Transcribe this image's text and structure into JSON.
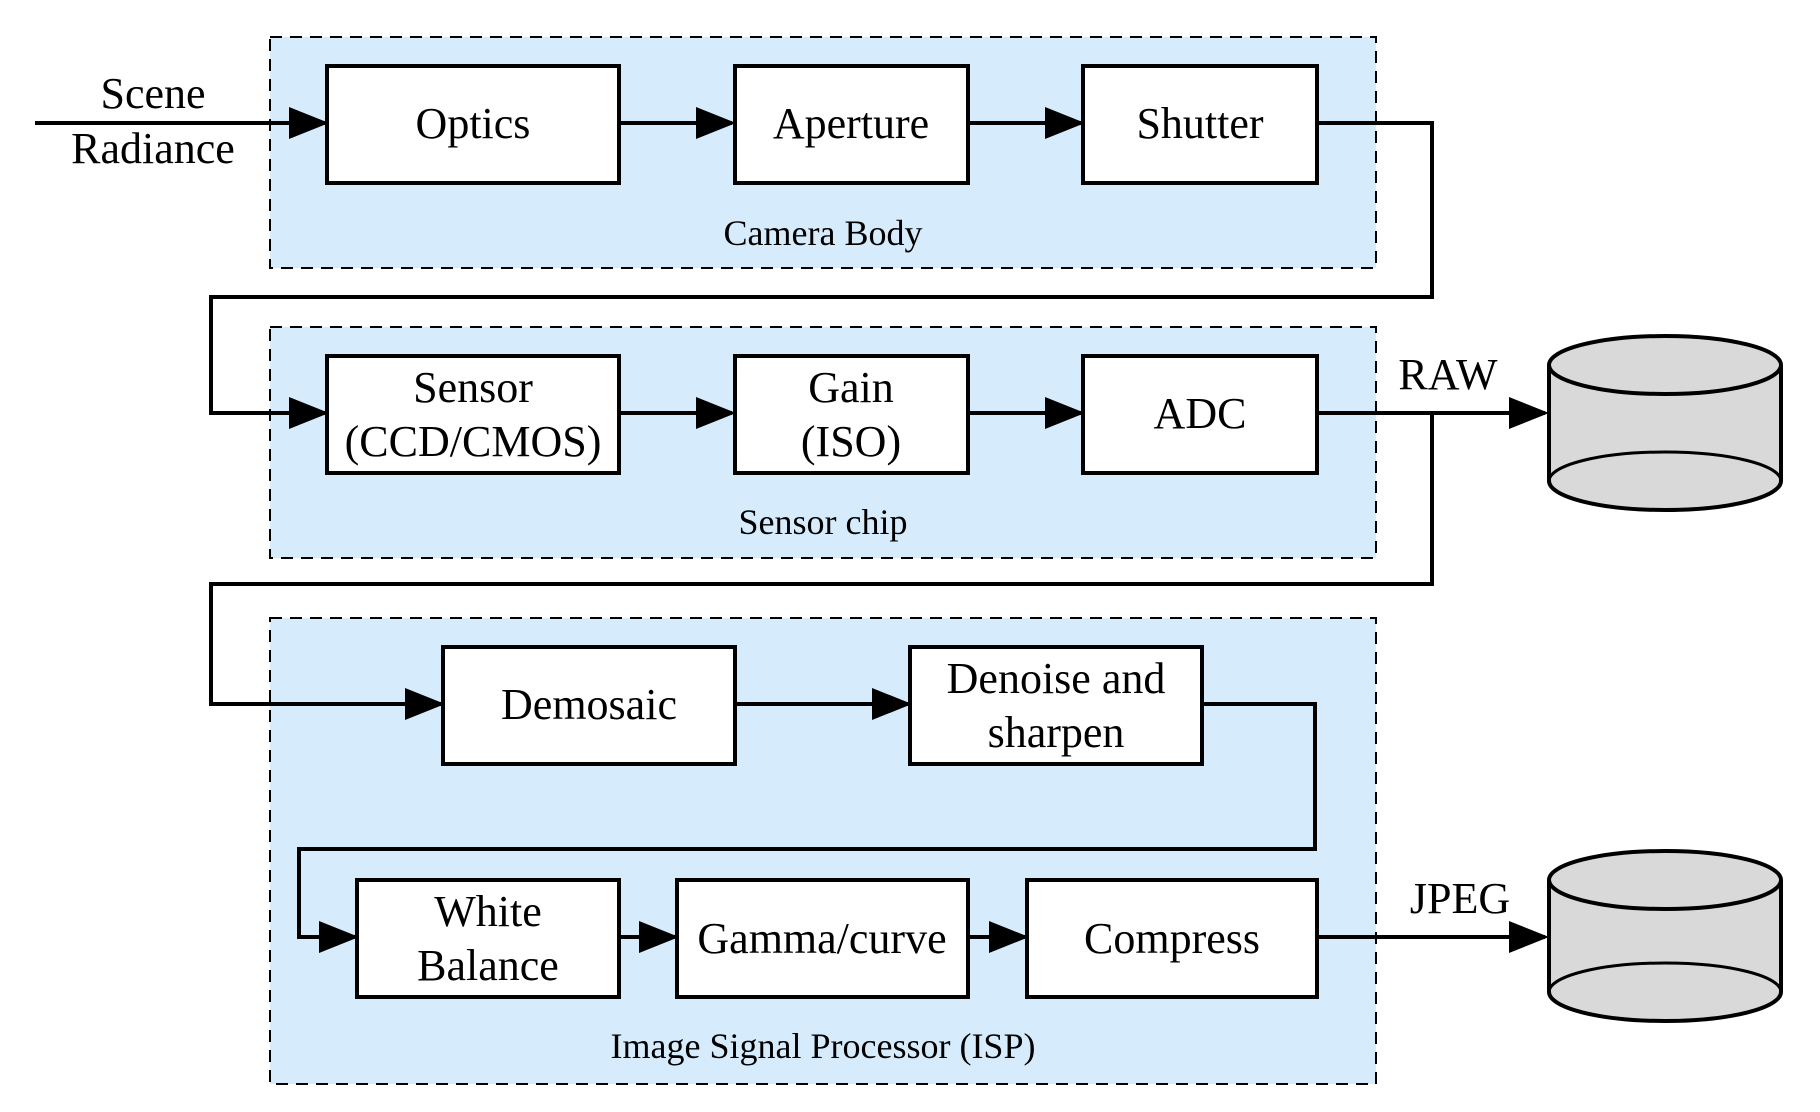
{
  "inputs": {
    "scene_line1": "Scene",
    "scene_line2": "Radiance"
  },
  "groups": {
    "camera_body": "Camera Body",
    "sensor_chip": "Sensor chip",
    "isp": "Image Signal Processor (ISP)"
  },
  "blocks": {
    "optics": [
      "Optics"
    ],
    "aperture": [
      "Aperture"
    ],
    "shutter": [
      "Shutter"
    ],
    "sensor": [
      "Sensor",
      "(CCD/CMOS)"
    ],
    "gain": [
      "Gain",
      "(ISO)"
    ],
    "adc": [
      "ADC"
    ],
    "demosaic": [
      "Demosaic"
    ],
    "denoise": [
      "Denoise and",
      "sharpen"
    ],
    "white_balance": [
      "White",
      "Balance"
    ],
    "gamma": [
      "Gamma/curve"
    ],
    "compress": [
      "Compress"
    ]
  },
  "outputs": {
    "raw": "RAW",
    "jpeg": "JPEG"
  },
  "colors": {
    "group_fill": "#d6ebfb",
    "storage_fill": "#d9d9d9",
    "line": "#000000"
  }
}
